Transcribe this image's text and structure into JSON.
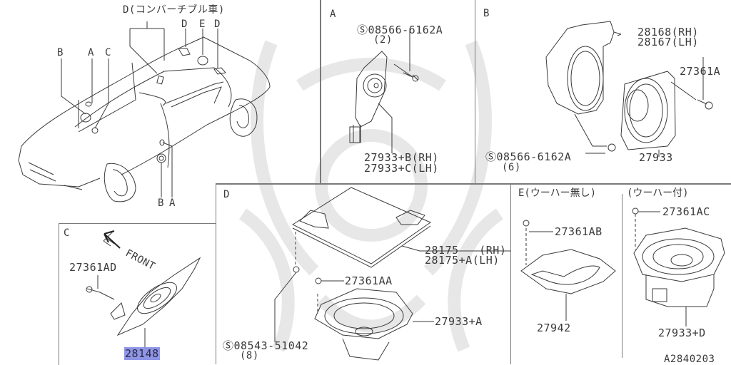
{
  "diagram": {
    "id_code": "A2840203",
    "overview": {
      "convertible_label": "D(コンバーチブル車)",
      "callouts": [
        "D",
        "E",
        "D",
        "B",
        "A",
        "C",
        "B",
        "A"
      ]
    },
    "sections": {
      "A": {
        "title": "A",
        "parts": [
          {
            "number": "Ⓢ08566-6162A",
            "qty": "(2)"
          },
          {
            "number": "27933+B(RH)"
          },
          {
            "number": "27933+C(LH)"
          }
        ]
      },
      "B": {
        "title": "B",
        "parts": [
          {
            "number": "28168(RH)"
          },
          {
            "number": "28167(LH)"
          },
          {
            "number": "27361A"
          },
          {
            "number": "Ⓢ08566-6162A",
            "qty": "(6)"
          },
          {
            "number": "27933"
          }
        ]
      },
      "C": {
        "title": "C",
        "front_label": "FRONT",
        "parts": [
          {
            "number": "27361AD"
          },
          {
            "number": "28148",
            "highlighted": true
          }
        ]
      },
      "D": {
        "title": "D",
        "parts": [
          {
            "number": "28175   (RH)"
          },
          {
            "number": "28175+A(LH)"
          },
          {
            "number": "27361AA"
          },
          {
            "number": "27933+A"
          },
          {
            "number": "Ⓢ08543-51042",
            "qty": "(8)"
          }
        ]
      },
      "E": {
        "title": "E(ウーハー無し)",
        "parts": [
          {
            "number": "27361AB"
          },
          {
            "number": "27942"
          }
        ]
      },
      "E2": {
        "title": "(ウーハー付)",
        "parts": [
          {
            "number": "27361AC"
          },
          {
            "number": "27933+D"
          }
        ]
      }
    },
    "colors": {
      "line": "#3a3a3a",
      "frame": "#7a7a7a",
      "highlight": "#8f95e6"
    }
  }
}
